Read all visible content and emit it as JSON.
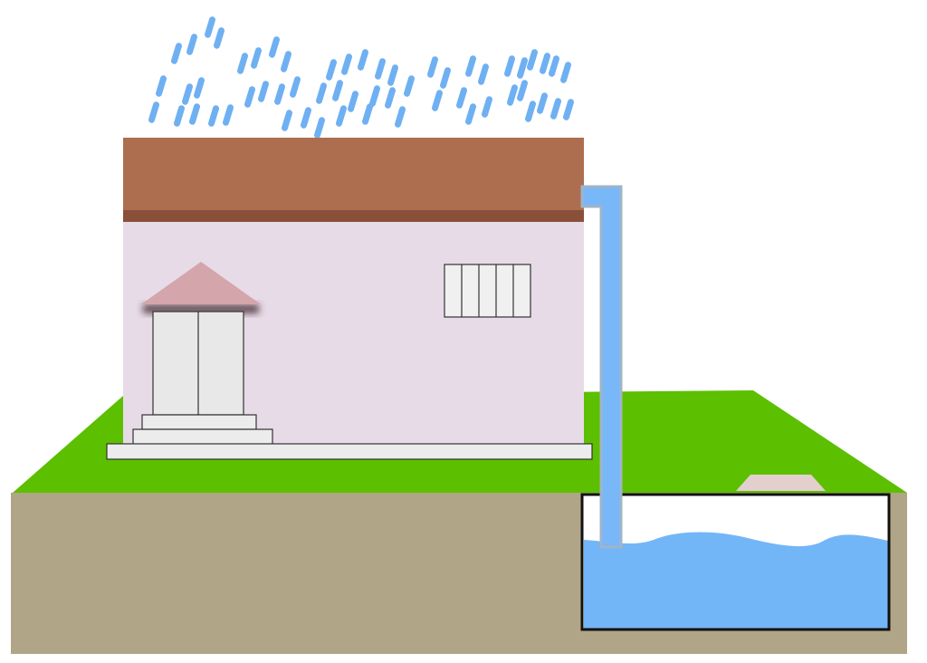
{
  "colors": {
    "background": "#ffffff",
    "rain": "#6fb0f2",
    "roof": "#ad6e50",
    "roof_trim": "#8a4f38",
    "wall": "#e7dbe7",
    "canopy": "#d4a5ab",
    "door": "#e8e8e8",
    "step": "#ececec",
    "plinth": "#ececec",
    "window": "#f0f0f0",
    "pipe": "#78b7f8",
    "pipe_outline": "#9fb4c8",
    "grass": "#5cbf00",
    "soil": "#b0a586",
    "tank_outline": "#111111",
    "tank_air": "#ffffff",
    "water": "#73b6f7",
    "tank_lid": "#e4cfcf",
    "outline": "#333333"
  },
  "elements": [
    "rain-drops",
    "roof",
    "house-wall",
    "door-canopy",
    "door",
    "entrance-steps",
    "window",
    "plinth",
    "downpipe",
    "lawn",
    "soil",
    "underground-tank",
    "stored-water",
    "tank-lid"
  ]
}
